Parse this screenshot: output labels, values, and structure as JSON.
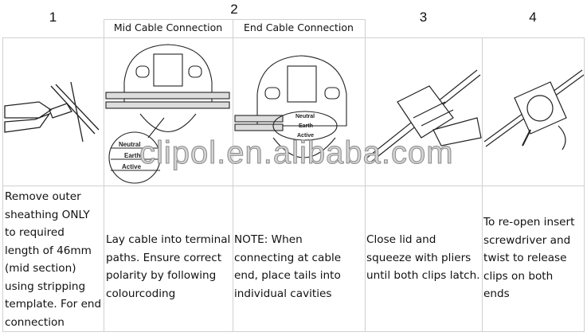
{
  "header": {
    "col1": "1",
    "col2": "2",
    "col3": "3",
    "col4": "4",
    "sub_mid": "Mid Cable Connection",
    "sub_end": "End Cable Connection"
  },
  "labels": {
    "neutral": "Neutral",
    "earth": "Earth",
    "active": "Active"
  },
  "watermark": "clipol.en.alibaba.com",
  "steps": [
    {
      "text": "Remove outer sheathing ONLY to required length of 46mm (mid section) using stripping template. For end connection"
    },
    {
      "text": "Lay cable into terminal paths. Ensure correct polarity by following colourcoding"
    },
    {
      "text": "NOTE: When connecting at cable end, place tails into individual cavities"
    },
    {
      "text": "Close lid and squeeze with pliers until both clips latch."
    },
    {
      "text": "To re-open insert screwdriver and twist to release clips on both ends"
    }
  ]
}
